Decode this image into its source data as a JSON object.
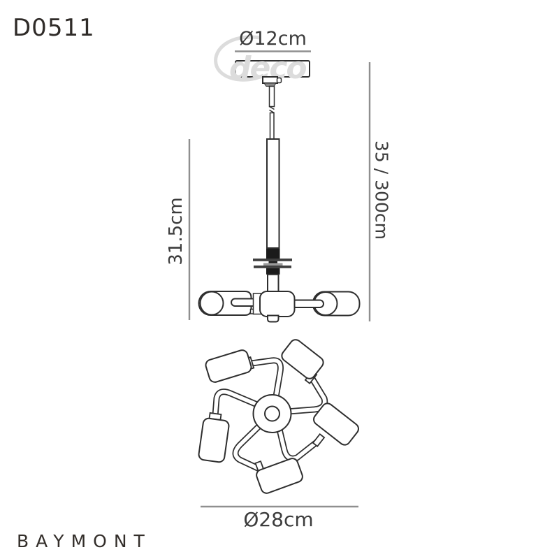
{
  "product_code": "D0511",
  "brand": "BAYMONT",
  "watermark_text": "deco",
  "labels": {
    "canopy_diameter": "Ø12cm",
    "suspension_height": "35 / 300cm",
    "fixture_height": "31.5cm",
    "fixture_diameter": "Ø28cm"
  },
  "colors": {
    "line": "#2e2e2e",
    "black_fill": "#1b1b1b",
    "plate_fill": "#3f3f3f",
    "washer_fill": "#9a9a9a",
    "dimension_line": "#8f8f8f",
    "label_text": "#3c3c3c",
    "title_text": "#2f2b28",
    "watermark": "#dcdcdc"
  }
}
